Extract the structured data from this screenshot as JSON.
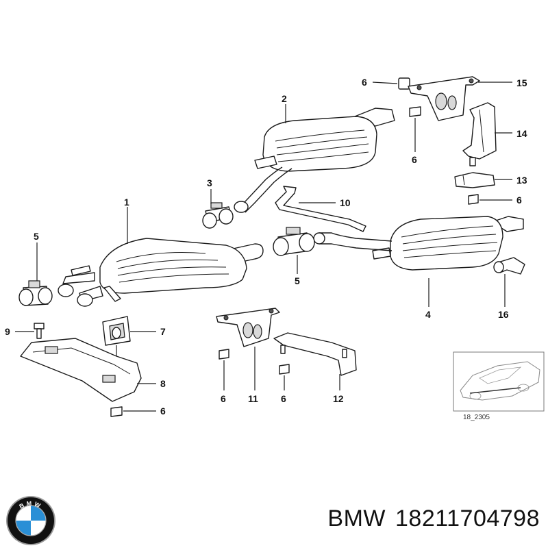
{
  "diagram": {
    "callouts": {
      "c1": "1",
      "c2": "2",
      "c3": "3",
      "c4": "4",
      "c5a": "5",
      "c5b": "5",
      "c6a": "6",
      "c6b": "6",
      "c6c": "6",
      "c6d": "6",
      "c6e": "6",
      "c6f": "6",
      "c7": "7",
      "c8": "8",
      "c9": "9",
      "c10": "10",
      "c11": "11",
      "c12": "12",
      "c13": "13",
      "c14": "14",
      "c15": "15",
      "c16": "16"
    },
    "inset_code": "18_2305"
  },
  "caption": {
    "brand": "BMW",
    "part_number": "18211704798"
  },
  "logo": {
    "text": "BMW",
    "colors": {
      "ring": "#111111",
      "blue": "#2a8fd6",
      "white": "#ffffff",
      "rim": "#9a9a9a"
    }
  }
}
